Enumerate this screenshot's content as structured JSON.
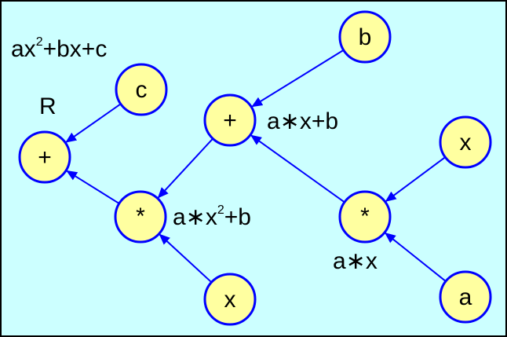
{
  "colors": {
    "background": "#ccffff",
    "node_fill": "#ffffa0",
    "edge": "#0000ff",
    "border": "#000000"
  },
  "nodes": {
    "plus_root": "+",
    "c": "c",
    "mul_left": "*",
    "x_left": "x",
    "plus_mid": "+",
    "b": "b",
    "mul_right": "*",
    "x_right": "x",
    "a": "a"
  },
  "annotations": {
    "expression": "ax",
    "expression_exp": "2",
    "expression_rest": "+bx+c",
    "root_label": "R",
    "plus_mid_label": "a∗x+b",
    "mul_left_label_a": "a∗x",
    "mul_left_label_exp": "2",
    "mul_left_label_b": "+b",
    "mul_right_label": "a∗x"
  },
  "edges": [
    [
      "c",
      "plus_root"
    ],
    [
      "mul_left",
      "plus_root"
    ],
    [
      "plus_mid",
      "mul_left"
    ],
    [
      "x_left",
      "mul_left"
    ],
    [
      "b",
      "plus_mid"
    ],
    [
      "mul_right",
      "plus_mid"
    ],
    [
      "x_right",
      "mul_right"
    ],
    [
      "a",
      "mul_right"
    ]
  ]
}
